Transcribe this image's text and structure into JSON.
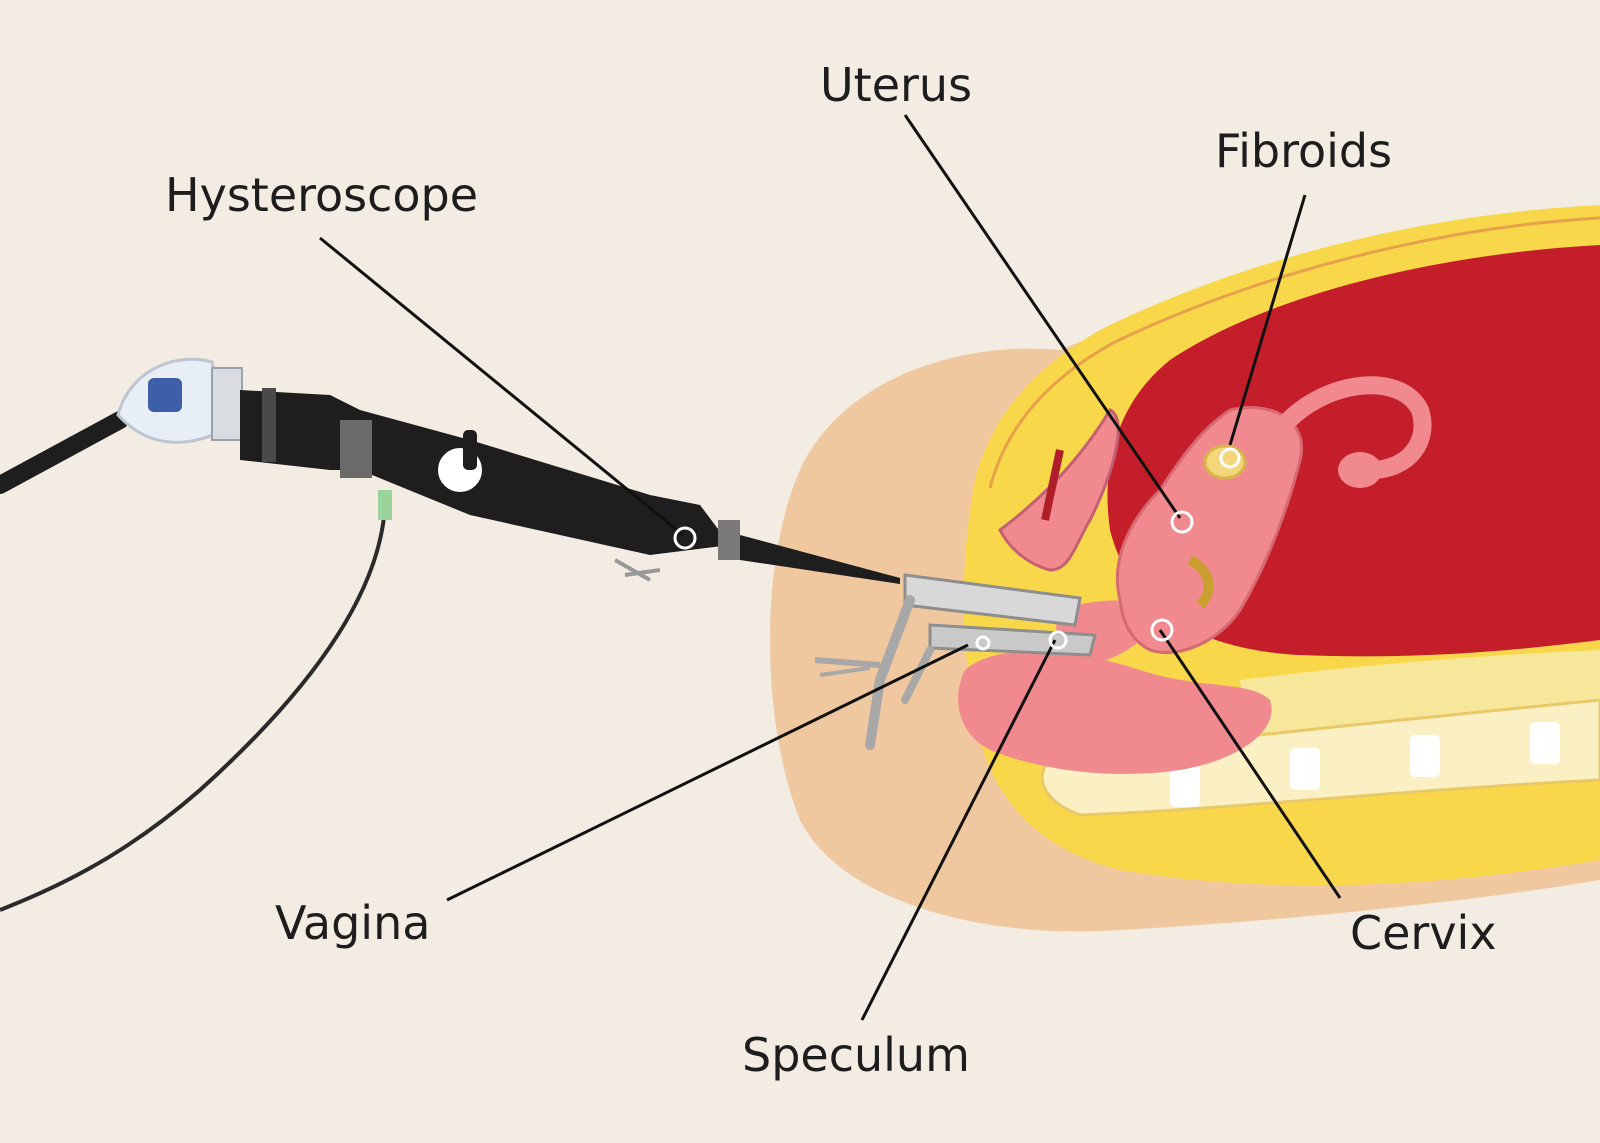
{
  "diagram": {
    "labels": {
      "uterus": "Uterus",
      "fibroids": "Fibroids",
      "hysteroscope": "Hysteroscope",
      "vagina": "Vagina",
      "cervix": "Cervix",
      "speculum": "Speculum"
    },
    "colors": {
      "background": "#f2ece2",
      "skin": "#f0c8a0",
      "fat": "#f8d84a",
      "uterine_wall": "#c41e2a",
      "organ_pink": "#f08a8e",
      "fibroid": "#f4d77a",
      "instrument_black": "#1e1e1e",
      "speculum_steel": "#c9c9c9",
      "leader_line": "#111111"
    },
    "icons": [
      "hysteroscope-camera-icon",
      "speculum-icon"
    ]
  }
}
